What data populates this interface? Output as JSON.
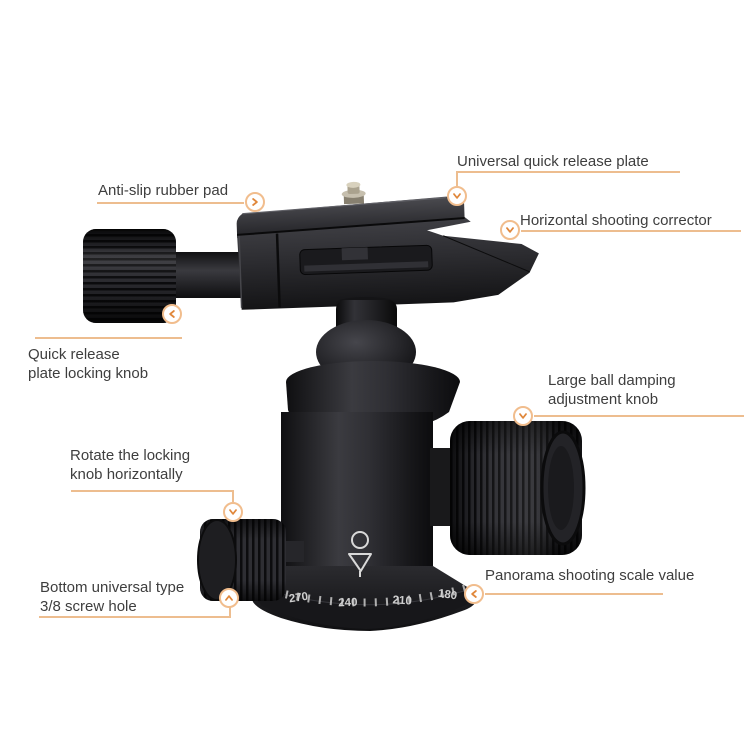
{
  "page": {
    "background": "#ffffff"
  },
  "annotations": {
    "universal_plate": {
      "label": "Universal quick release plate"
    },
    "anti_slip": {
      "label": "Anti-slip rubber pad"
    },
    "horizontal_corrector": {
      "label": "Horizontal shooting corrector"
    },
    "qr_locking_knob": {
      "line1": "Quick release",
      "line2": "plate locking knob"
    },
    "large_ball_knob": {
      "line1": "Large ball damping",
      "line2": "adjustment knob"
    },
    "rotate_knob": {
      "line1": "Rotate the locking",
      "line2": "knob horizontally"
    },
    "bottom_screw": {
      "line1": "Bottom universal type",
      "line2": "3/8 screw hole"
    },
    "panorama_scale": {
      "label": "Panorama shooting scale value"
    }
  },
  "product": {
    "name": "tripod ball head",
    "scale_values": [
      "270",
      "240",
      "210",
      "180"
    ],
    "colors": {
      "body_black": "#1c1c1f",
      "marker_accent": "#e0873b",
      "marker_ring": "#f1bd8d",
      "connector_line": "#edbd8f",
      "label_text": "#3e3e3e",
      "scale_text": "#cfcfcf"
    }
  },
  "icons": {
    "marker_down": "chevron-down-in-circle",
    "marker_up": "chevron-up-in-circle",
    "marker_left": "chevron-left-in-circle",
    "marker_right": "chevron-right-in-circle",
    "index_mark": "circle-over-triangle-pointer"
  }
}
